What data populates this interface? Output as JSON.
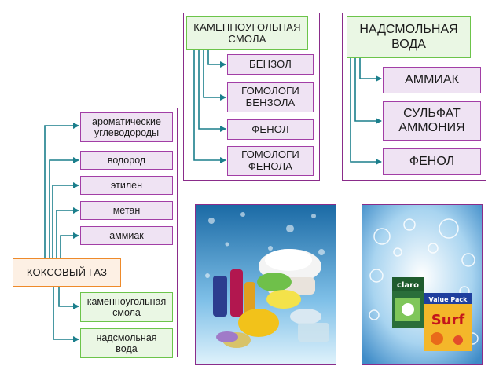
{
  "colors": {
    "connector": "#1b7f8c",
    "panel_border": "#8a2c8a",
    "pink_box": "#efe3f3",
    "green_box": "#eaf7e4",
    "orange_box": "#fdf0e4"
  },
  "coke_gas": {
    "title": "КОКСОВЫЙ ГАЗ",
    "products": [
      "ароматические углеводороды",
      "водород",
      "этилен",
      "метан",
      "аммиак"
    ],
    "fractions": [
      "каменноугольная смола",
      "надсмольная вода"
    ]
  },
  "coal_tar": {
    "title": "КАМЕННОУГОЛЬНАЯ СМОЛА",
    "products": [
      "БЕНЗОЛ",
      "ГОМОЛОГИ БЕНЗОЛА",
      "ФЕНОЛ",
      "ГОМОЛОГИ ФЕНОЛА"
    ]
  },
  "tar_water": {
    "title": "НАДСМОЛЬНАЯ ВОДА",
    "products": [
      "АММИАК",
      "СУЛЬФАТ АММОНИЯ",
      "ФЕНОЛ"
    ]
  },
  "photos": {
    "household_chemicals": {
      "icon": "household-chemicals-photo"
    },
    "detergents": {
      "icon": "detergent-boxes-photo",
      "labels": [
        "claro",
        "Value Pack",
        "Surf"
      ]
    }
  }
}
